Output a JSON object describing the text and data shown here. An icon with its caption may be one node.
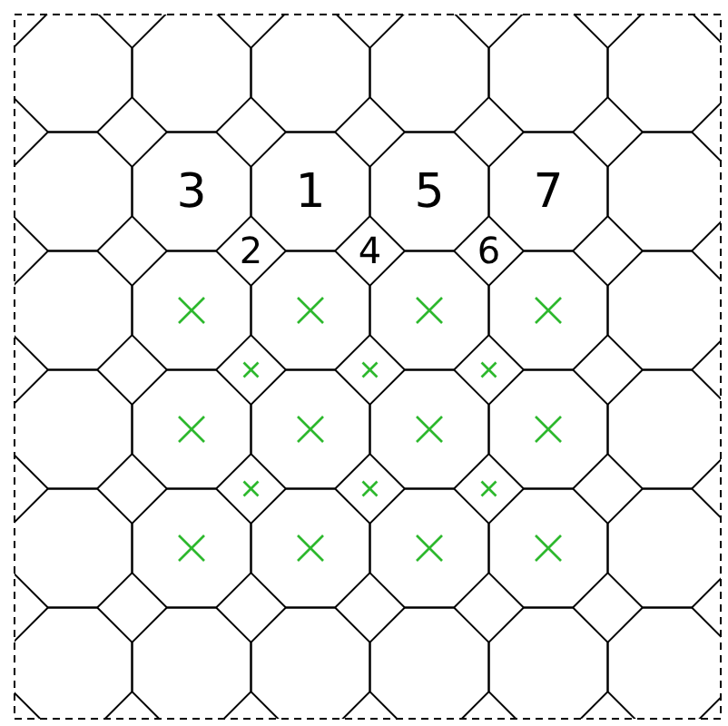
{
  "diagram": {
    "labels": [
      "3",
      "1",
      "5",
      "7",
      "2",
      "4",
      "6"
    ]
  }
}
